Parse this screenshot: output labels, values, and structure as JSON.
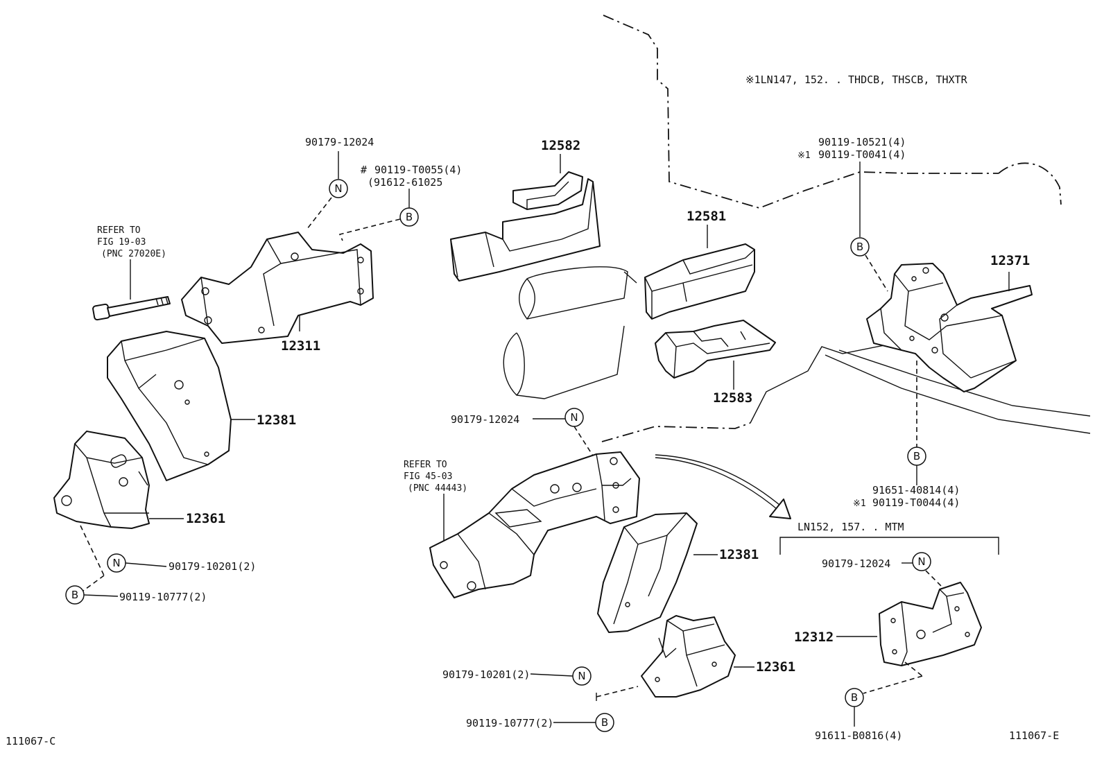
{
  "diagram": {
    "note_top": "※1LN147, 152. . THDCB, THSCB, THXTR",
    "corner_left": "111067-C",
    "corner_right": "111067-E",
    "symbols": {
      "nut": "N",
      "bolt": "B",
      "hash": "#",
      "note_mark": "※1"
    },
    "left_group": {
      "top_bolt": "90179-12024",
      "sub_bolt_1": "90119-T0055(4)",
      "sub_bolt_2": "(91612-61025",
      "refer_line1": "REFER TO",
      "refer_line2": "FIG 19-03",
      "refer_line3": "(PNC 27020E)",
      "bracket": "12311",
      "insulator": "12381",
      "mount": "12361",
      "nut_part": "90179-10201(2)",
      "bolt_part": "90119-10777(2)"
    },
    "center_group": {
      "pad_upper": "12582",
      "pad_right": "12581",
      "pad_lower": "12583",
      "top_bolt": "90179-12024",
      "refer_line1": "REFER TO",
      "refer_line2": "FIG 45-03",
      "refer_line3": "(PNC 44443)",
      "insulator": "12381",
      "mount": "12361",
      "nut_part": "90179-10201(2)",
      "bolt_part": "90119-10777(2)"
    },
    "right_group": {
      "bolt_a": "90119-10521(4)",
      "bolt_b": "90119-T0041(4)",
      "mount": "12371",
      "bolt_c": "91651-40814(4)",
      "bolt_d": "90119-T0044(4)"
    },
    "mtm_group": {
      "heading": "LN152, 157. . MTM",
      "nut_part": "90179-12024",
      "bracket": "12312",
      "bolt_part": "91611-B0816(4)"
    }
  }
}
